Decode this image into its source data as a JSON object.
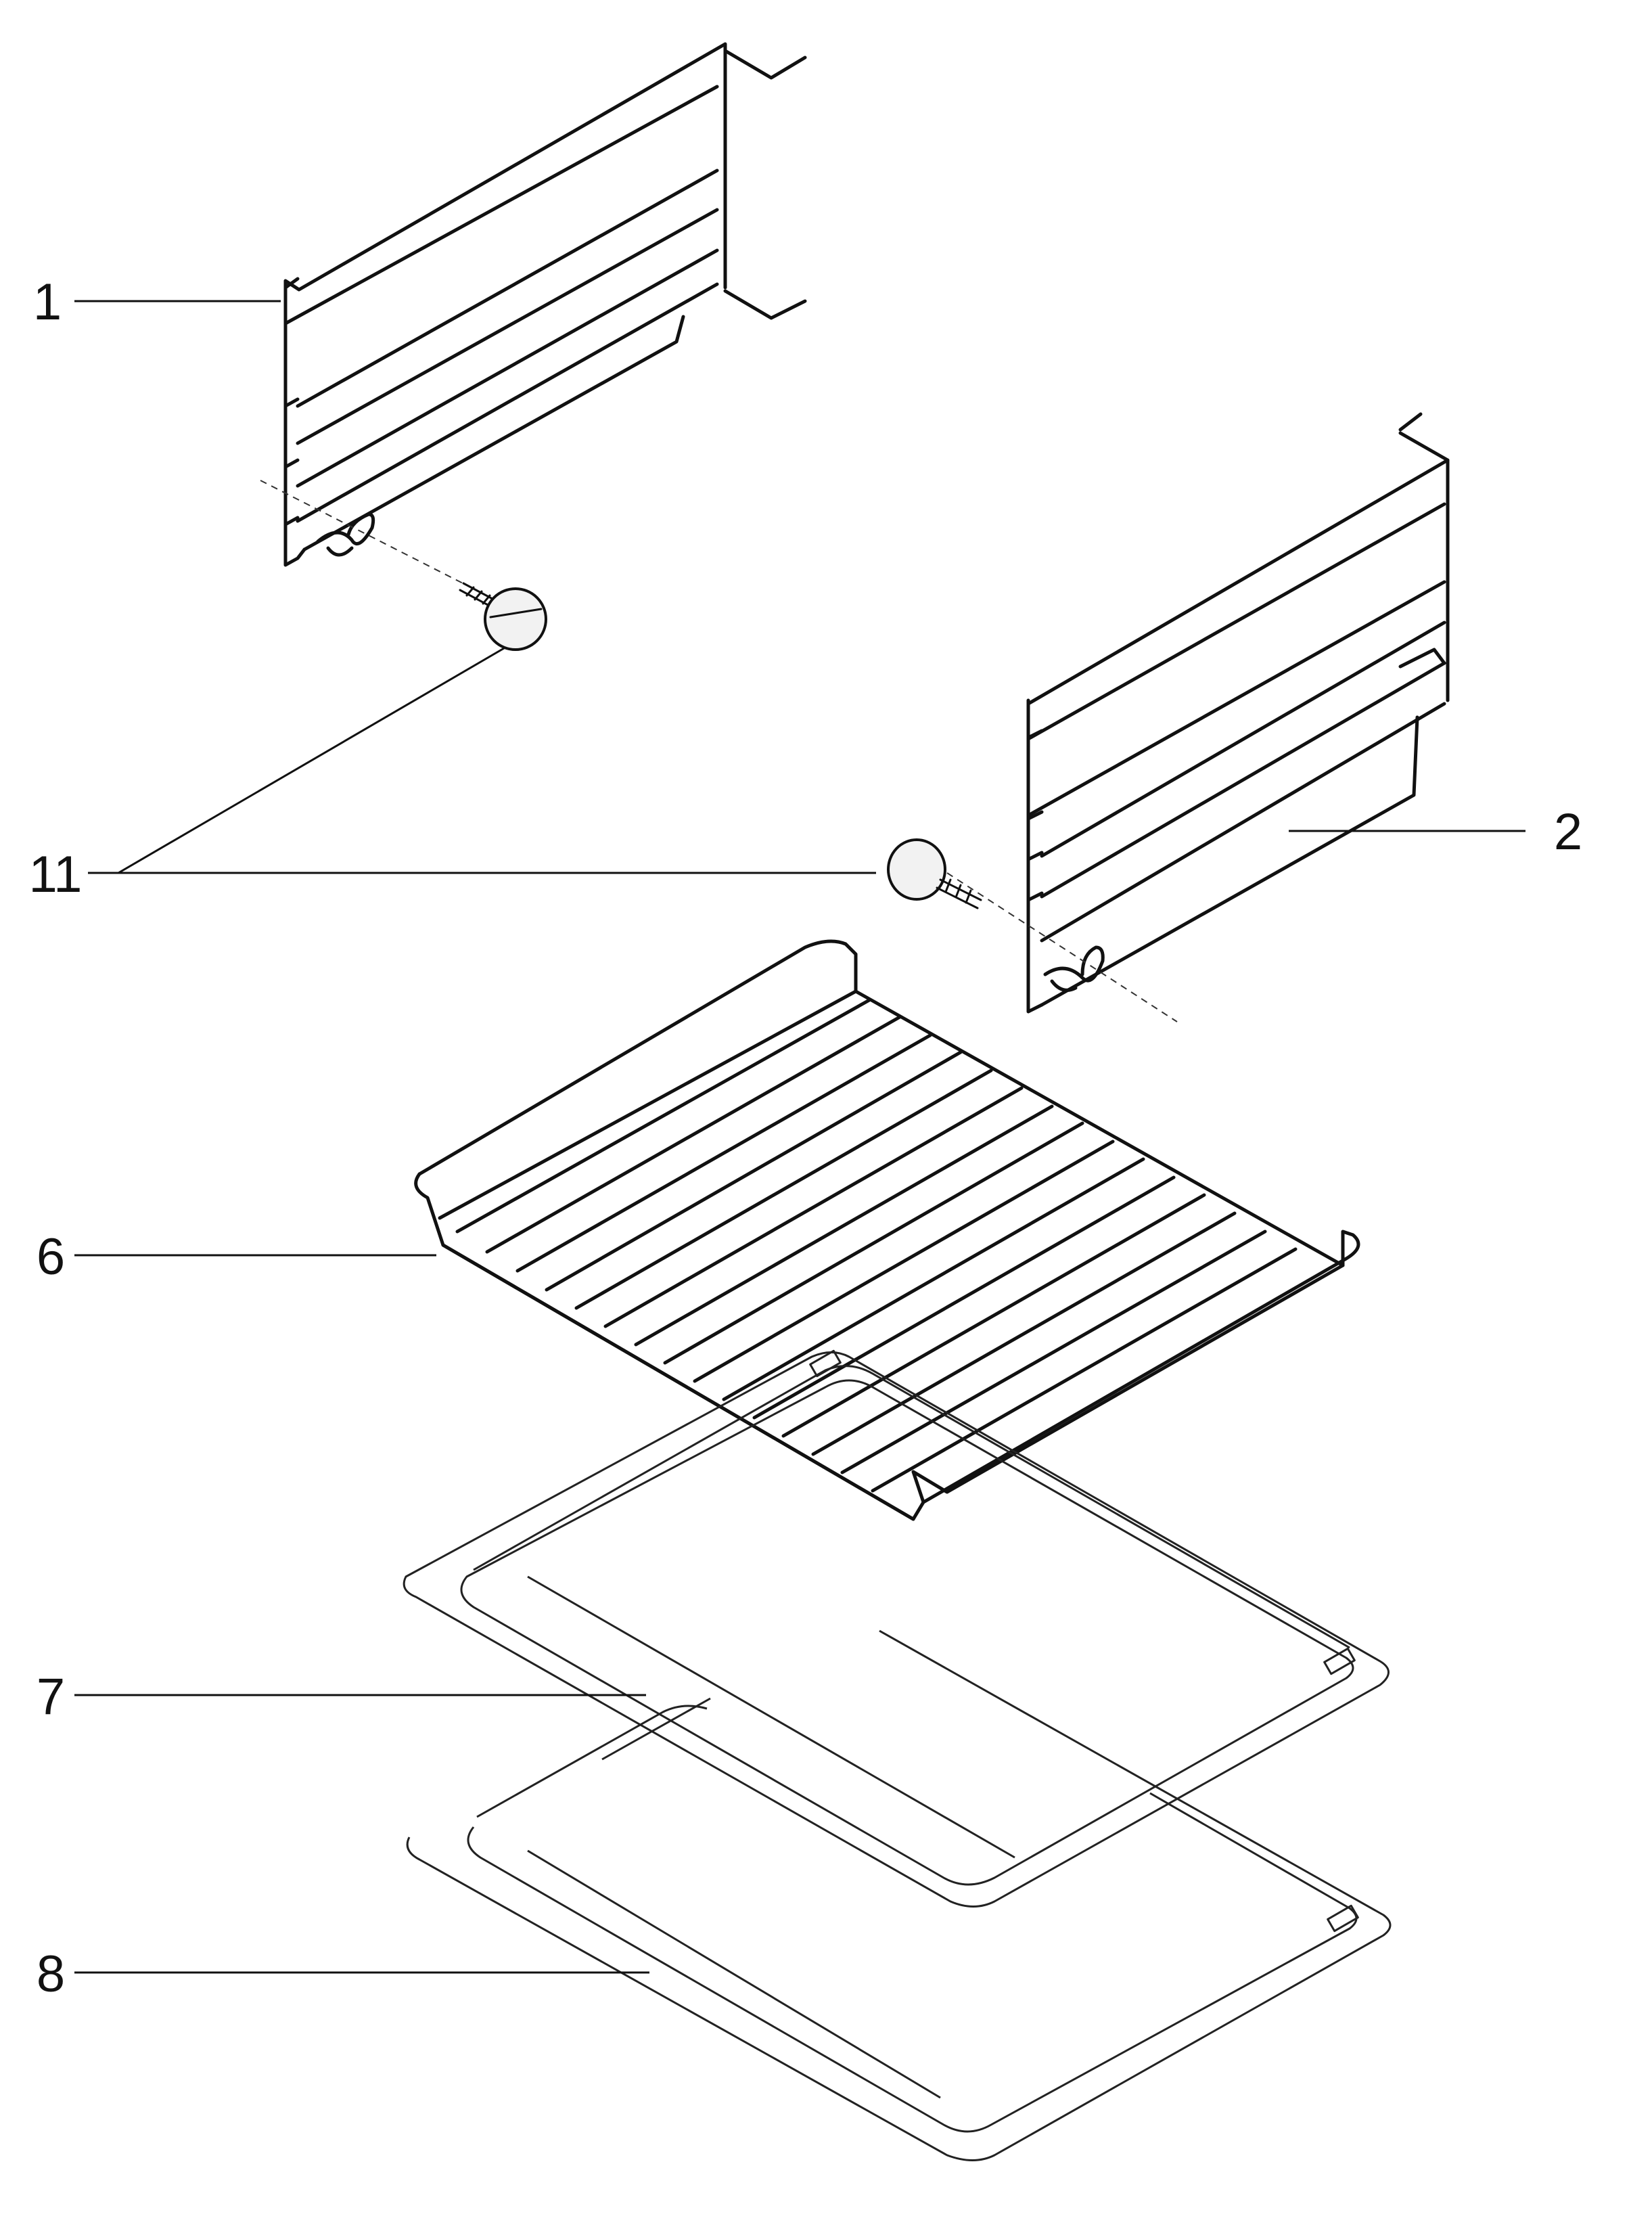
{
  "callouts": {
    "c1": "1",
    "c2": "2",
    "c6": "6",
    "c7": "7",
    "c8": "8",
    "c11": "11"
  },
  "colors": {
    "line": "#111111",
    "background": "#ffffff"
  }
}
